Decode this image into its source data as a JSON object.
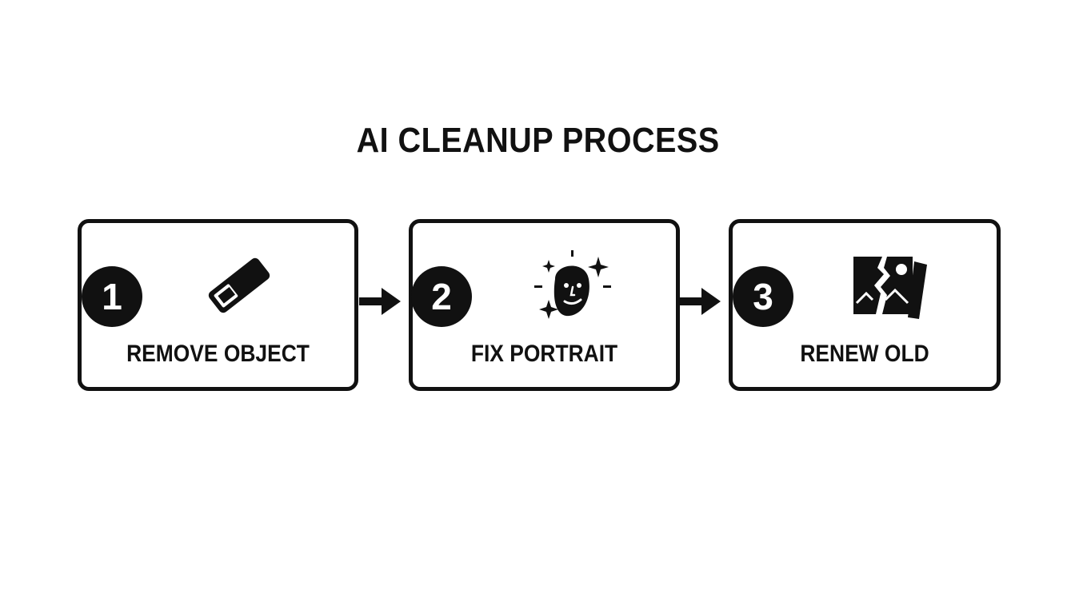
{
  "title": "AI CLEANUP PROCESS",
  "steps": [
    {
      "number": "1",
      "label": "REMOVE OBJECT",
      "icon": "eraser-icon"
    },
    {
      "number": "2",
      "label": "FIX PORTRAIT",
      "icon": "sparkle-face-icon"
    },
    {
      "number": "3",
      "label": "RENEW OLD",
      "icon": "torn-photo-icon"
    }
  ],
  "colors": {
    "ink": "#111111",
    "background": "#ffffff"
  }
}
